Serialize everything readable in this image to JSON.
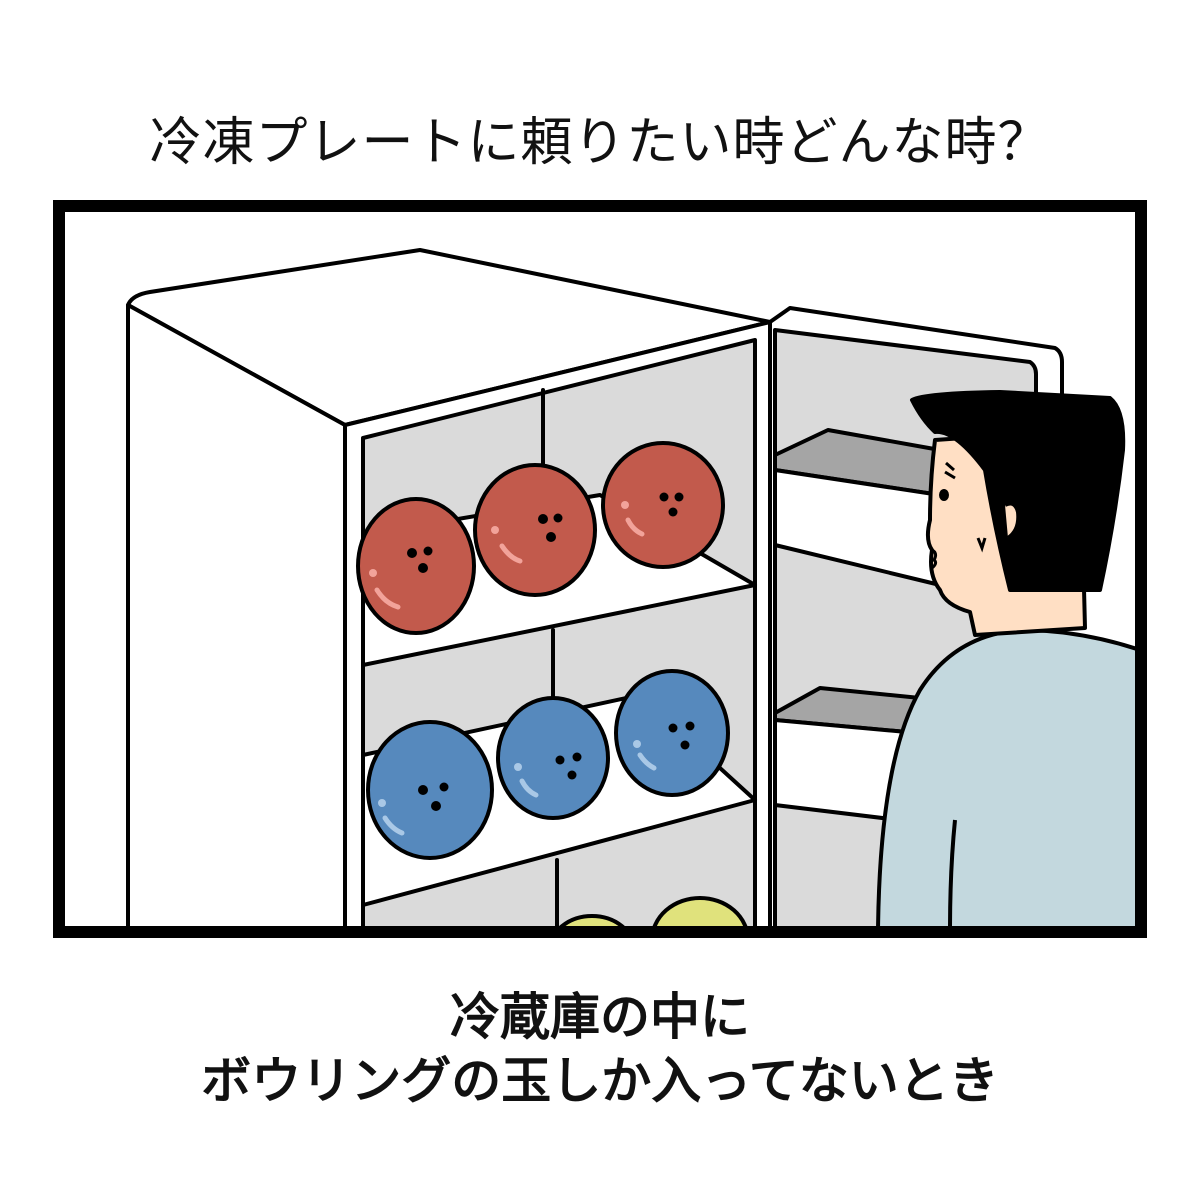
{
  "comic": {
    "title": "冷凍プレートに頼りたい時どんな時？",
    "caption_lines": [
      "冷蔵庫の中に",
      "ボウリングの玉しか入ってないとき"
    ]
  },
  "colors": {
    "red_ball": "#c25a4c",
    "blue_ball": "#5689bd",
    "yellow_ball": "#e0e27c",
    "fridge_interior": "#dadada",
    "skin": "#ffdfc4",
    "shirt": "#c3d8de",
    "hair": "#000000"
  },
  "scene": {
    "objects": [
      "refrigerator",
      "red bowling balls",
      "blue bowling balls",
      "yellow bowling balls",
      "man"
    ]
  }
}
